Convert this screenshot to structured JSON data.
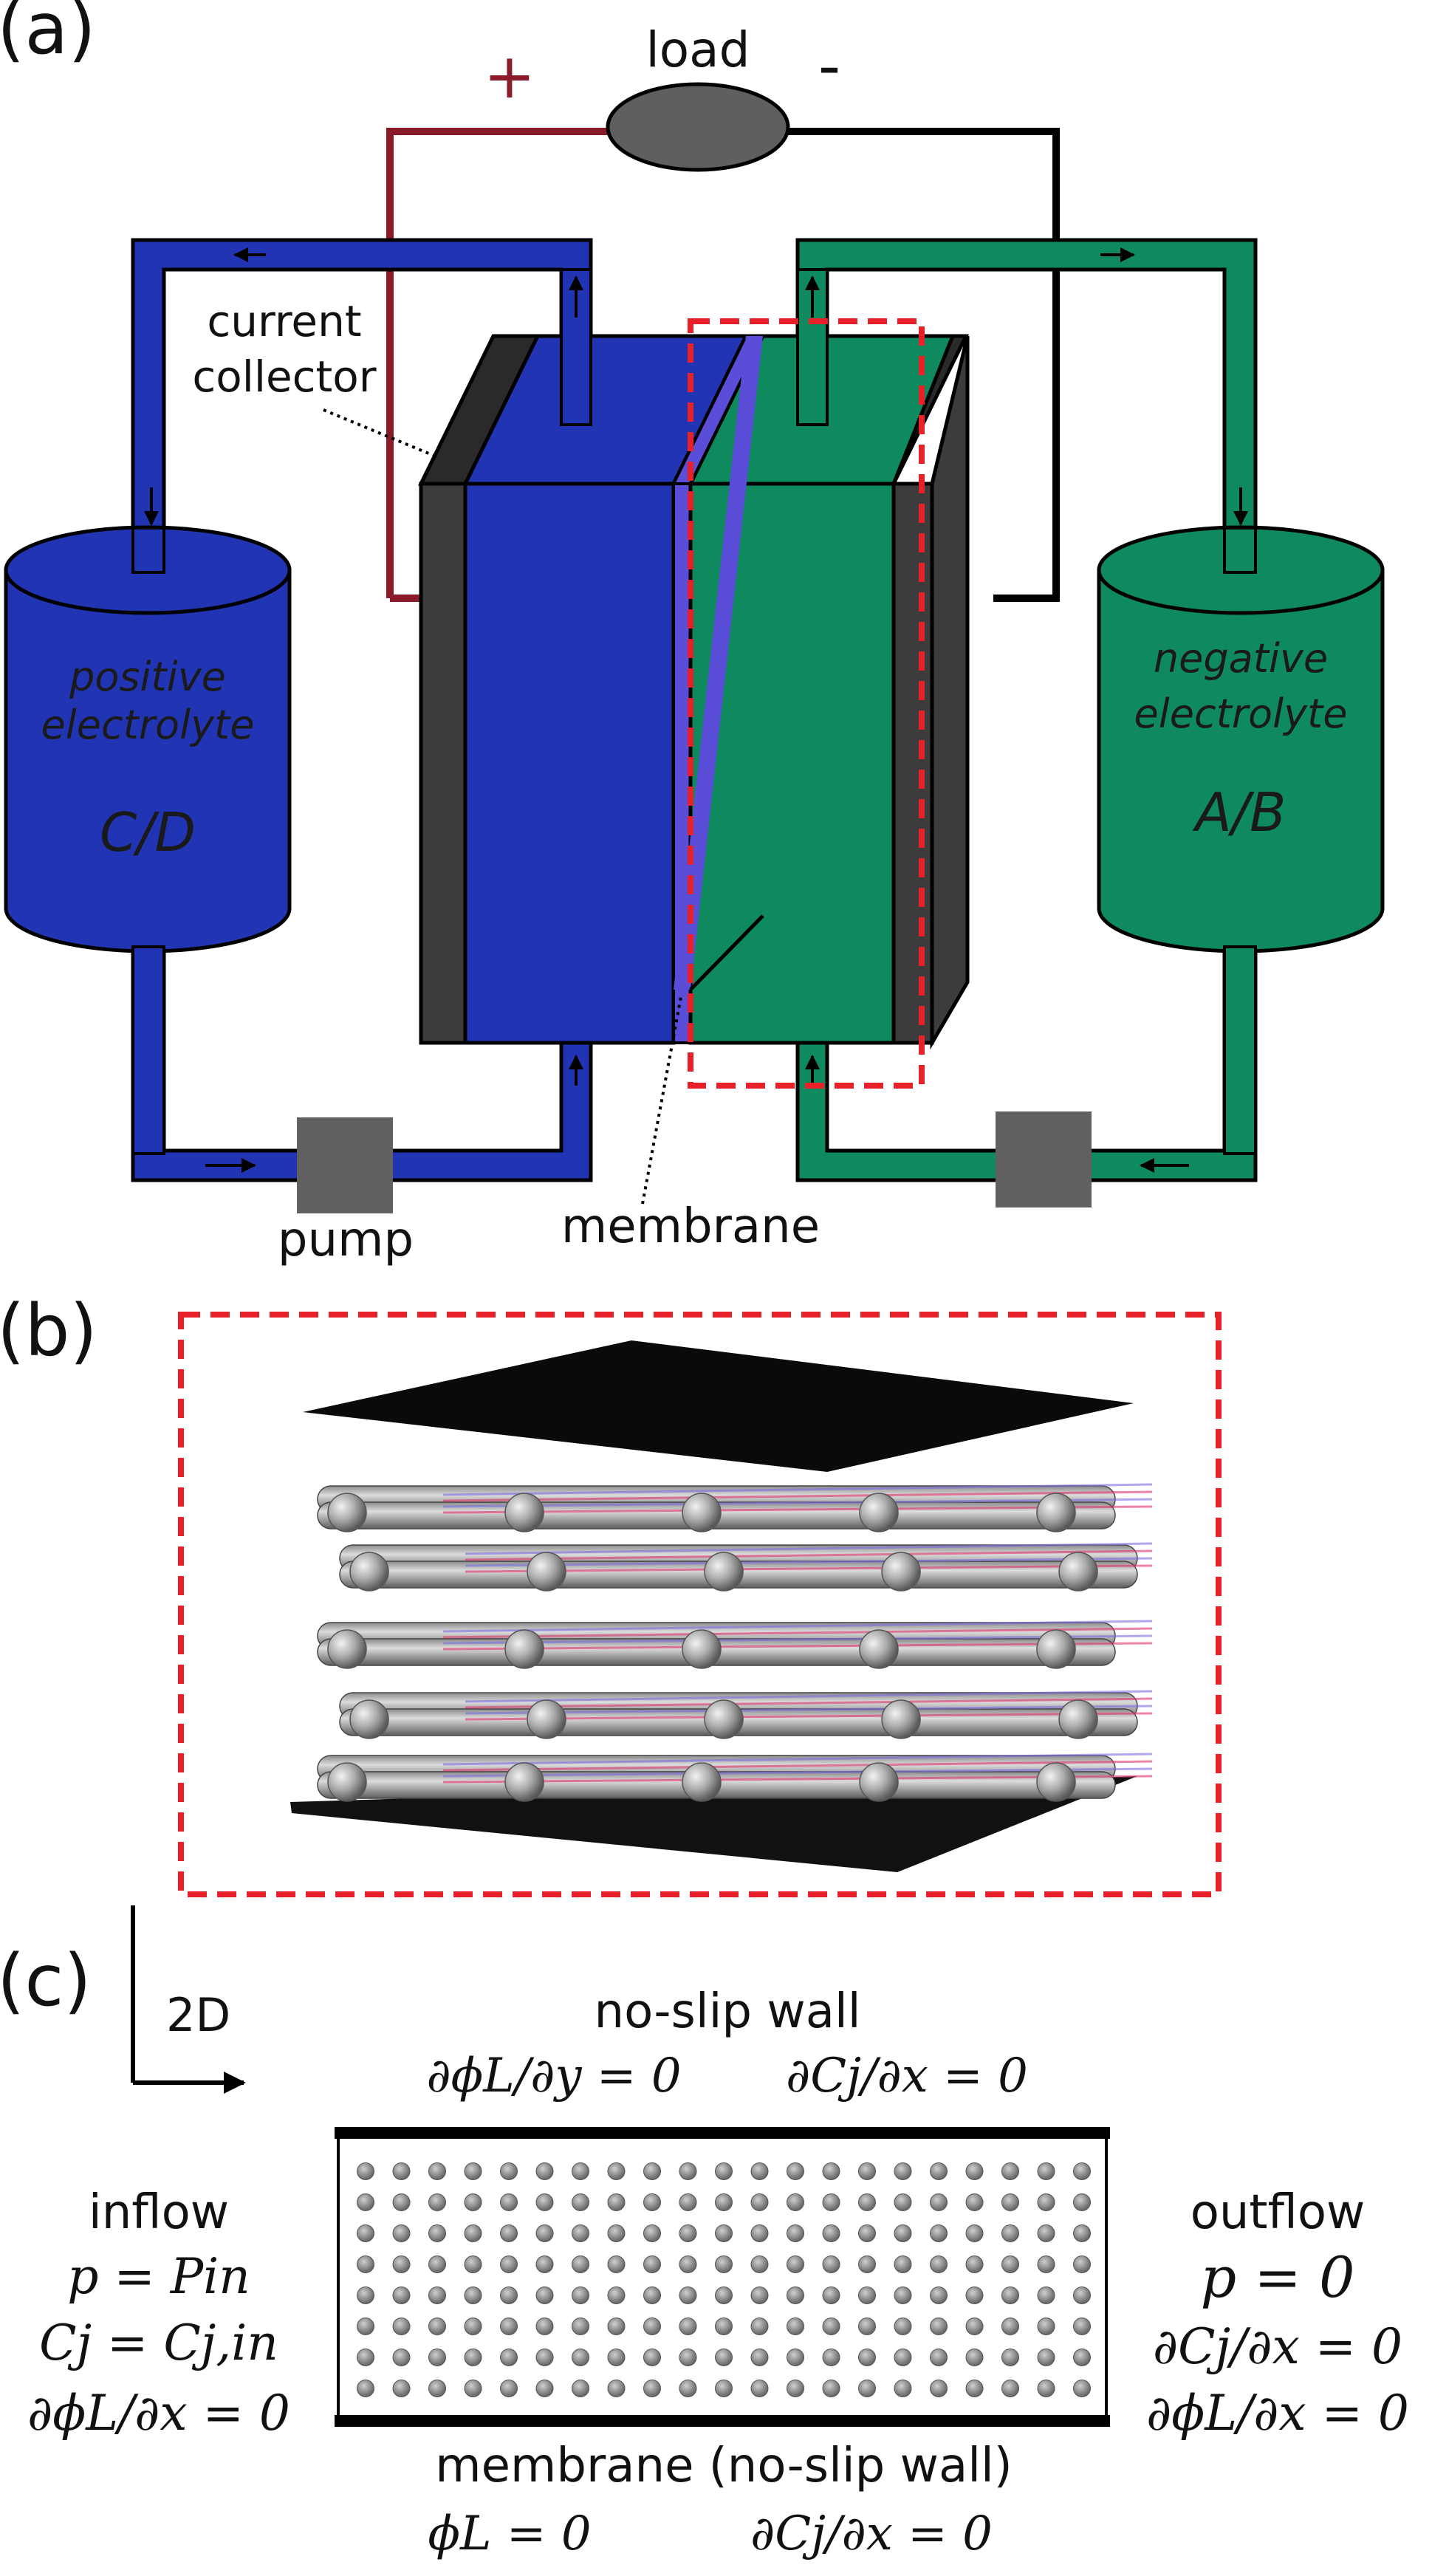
{
  "panels": {
    "a": {
      "label": "(a)",
      "load": "load",
      "plus": "+",
      "minus": "-",
      "current_collector_line1": "current",
      "current_collector_line2": "collector",
      "pump": "pump",
      "membrane": "membrane",
      "left_tank": {
        "line1": "positive",
        "line2": "electrolyte",
        "species": "C/D",
        "color": "#2135b4"
      },
      "right_tank": {
        "line1": "negative",
        "line2": "electrolyte",
        "species": "A/B",
        "color": "#0f8a5f"
      },
      "colors": {
        "positive_wire": "#8b1a2b",
        "negative_wire": "#000000",
        "collector": "#3c3c3c",
        "membrane": "#5a4ed8",
        "highlight": "#e8202a",
        "load": "#5f5f5f",
        "pump": "#606060"
      }
    },
    "b": {
      "label": "(b)"
    },
    "c": {
      "label": "(c)",
      "axis_label": "2D",
      "top_wall": "no-slip wall",
      "top_bc_1": "∂ϕL/∂y = 0",
      "top_bc_2": "∂Cj/∂x = 0",
      "inflow": "inflow",
      "inflow_bc_1": "p = Pin",
      "inflow_bc_2": "Cj = Cj,in",
      "inflow_bc_3": "∂ϕL/∂x = 0",
      "outflow": "outflow",
      "outflow_bc_1": "p = 0",
      "outflow_bc_2": "∂Cj/∂x = 0",
      "outflow_bc_3": "∂ϕL/∂x = 0",
      "bottom_wall": "membrane (no-slip wall)",
      "bottom_bc_1": "ϕL = 0",
      "bottom_bc_2": "∂Cj/∂x = 0"
    }
  }
}
